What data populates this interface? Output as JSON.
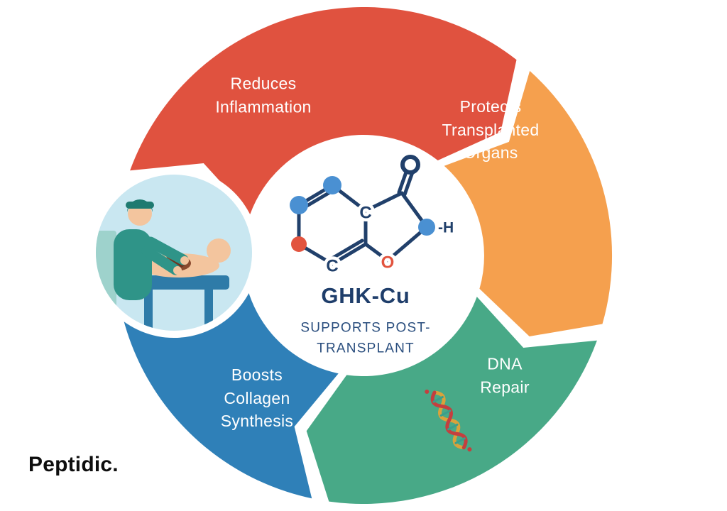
{
  "colors": {
    "red": "#E0523F",
    "orange": "#F5A04E",
    "teal": "#48A987",
    "blue": "#2F80B8",
    "navy": "#21406B",
    "atom_blue": "#4A90D2",
    "atom_red": "#E2543F",
    "photo_bg": "#C9E7F1",
    "label_text": "#FFFFFF",
    "brand_text": "#0E0E0E"
  },
  "segments": [
    {
      "id": "reduces-inflammation",
      "label": "Reduces\nInflammation",
      "color": "#E0523F"
    },
    {
      "id": "protects-transplanted-organs",
      "label": "Protects\nTransplanted\nOrgans",
      "color": "#F5A04E"
    },
    {
      "id": "dna-repair",
      "label": "DNA\nRepair",
      "color": "#48A987"
    },
    {
      "id": "boosts-collagen-synthesis",
      "label": "Boosts\nCollagen\nSynthesis",
      "color": "#2F80B8"
    }
  ],
  "center": {
    "title": "GHK-Cu",
    "subtitle": "SUPPORTS POST-\nTRANSPLANT",
    "molecule": {
      "c1": "C",
      "c2": "C",
      "o": "O",
      "h": "-H"
    }
  },
  "icons": {
    "surgery_photo": "surgery-scene-icon",
    "dna": "dna-helix-icon"
  },
  "brand": "Peptidic."
}
